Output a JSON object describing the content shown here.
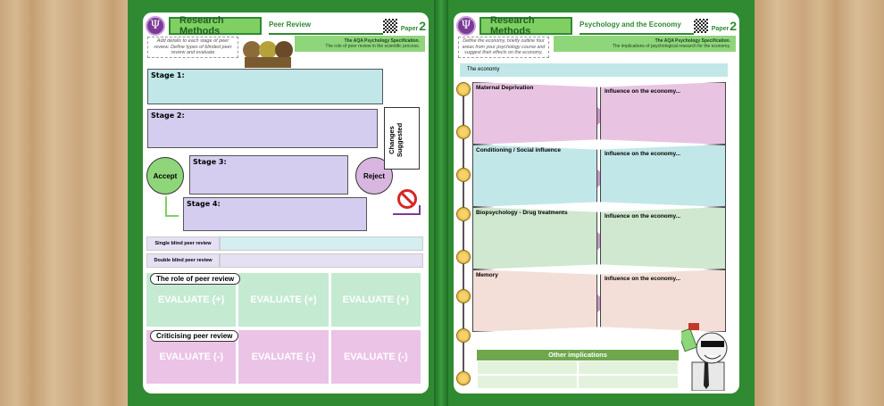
{
  "left_page": {
    "section": "Research Methods",
    "topic": "Peer Review",
    "paper_label": "Paper",
    "paper_number": "2",
    "instruction": "Add details to each stage of peer review. Define types of blinded peer review and evaluate",
    "spec_title": "The AQA Psychology Specification.",
    "spec_text": "The role of peer review in the scientific process.",
    "stages": [
      "Stage 1:",
      "Stage 2:",
      "Stage 3:",
      "Stage 4:"
    ],
    "accept": "Accept",
    "reject": "Reject",
    "changes": "Changes Suggested",
    "single_blind": "Single blind peer review",
    "double_blind": "Double blind peer review",
    "role_label": "The role of peer review",
    "evaluate_pos": [
      "EVALUATE (+)",
      "EVALUATE (+)",
      "EVALUATE (+)"
    ],
    "crit_label": "Criticising peer review",
    "evaluate_neg": [
      "EVALUATE (-)",
      "EVALUATE (-)",
      "EVALUATE (-)"
    ]
  },
  "right_page": {
    "section": "Research Methods",
    "topic": "Psychology and the Economy",
    "paper_label": "Paper",
    "paper_number": "2",
    "instruction": "Define the economy, briefly outline four areas from your psychology course and suggest their effects on the economy.",
    "spec_title": "The AQA Psychology Specification.",
    "spec_text": "The implications of psychological research for the economy.",
    "economy_label": "The economy",
    "rows": [
      {
        "title": "Maternal Deprivation",
        "influence": "Influence on the economy..."
      },
      {
        "title": "Conditioning / Social influence",
        "influence": "Influence on the economy..."
      },
      {
        "title": "Biopsychology - Drug treatments",
        "influence": "Influence on the economy..."
      },
      {
        "title": "Memory",
        "influence": "Influence on the economy..."
      }
    ],
    "other_implications": "Other implications"
  },
  "colors": {
    "green": "#2f8a32",
    "light_green": "#8fd67a",
    "cyan": "#c2e7e8",
    "lavender": "#d5cdef",
    "pink": "#e8c4e2"
  }
}
